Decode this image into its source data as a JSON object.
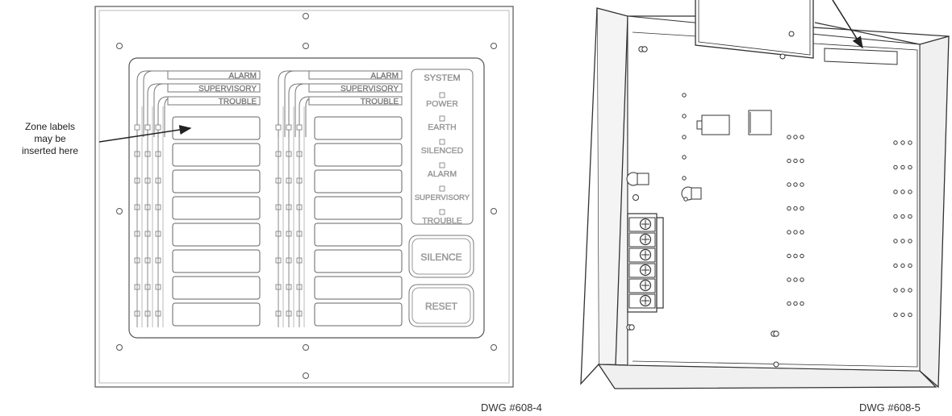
{
  "callout": {
    "lines": [
      "Zone labels",
      "may be",
      "inserted here"
    ]
  },
  "left_panel": {
    "column_headers": [
      "ALARM",
      "SUPERVISORY",
      "TROUBLE"
    ],
    "system_title": "SYSTEM",
    "system_indicators": [
      "POWER",
      "EARTH",
      "SILENCED",
      "ALARM",
      "SUPERVISORY",
      "TROUBLE"
    ],
    "buttons": {
      "silence": "SILENCE",
      "reset": "RESET"
    },
    "zone_slots_per_column": 8
  },
  "drawing_numbers": {
    "left": "DWG #608-4",
    "right": "DWG #608-5"
  },
  "colors": {
    "line": "#555555",
    "light_line": "#999999",
    "fill": "#ffffff"
  }
}
